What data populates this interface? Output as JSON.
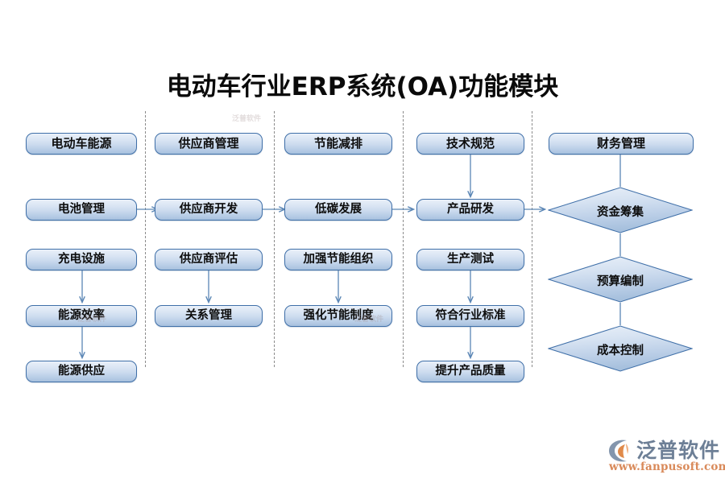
{
  "title": "电动车行业ERP系统(OA)功能模块",
  "colors": {
    "node_border": "#3f6fa8",
    "node_fill_top": "#e9f0f9",
    "node_fill_bottom": "#a6c0dd",
    "connector": "#5b86b5",
    "separator": "#8c8c8c",
    "title_text": "#0a0a0a",
    "logo_text": "#6d7f96",
    "logo_url": "#d98a5a",
    "logo_accent": "#e08a4a"
  },
  "columns": [
    {
      "id": "col-ev-energy",
      "header": "电动车能源",
      "nodes": [
        "电池管理",
        "充电设施",
        "能源效率",
        "能源供应"
      ]
    },
    {
      "id": "col-supplier",
      "header": "供应商管理",
      "nodes": [
        "供应商开发",
        "供应商评估",
        "关系管理"
      ]
    },
    {
      "id": "col-energy-saving",
      "header": "节能减排",
      "nodes": [
        "低碳发展",
        "加强节能组织",
        "强化节能制度"
      ]
    },
    {
      "id": "col-tech-spec",
      "header": "技术规范",
      "nodes": [
        "产品研发",
        "生产测试",
        "符合行业标准",
        "提升产品质量"
      ]
    },
    {
      "id": "col-finance",
      "header": "财务管理",
      "diamonds": [
        "资金筹集",
        "预算编制",
        "成本控制"
      ]
    }
  ],
  "flow": {
    "row2_chain": [
      "电池管理",
      "供应商开发",
      "低碳发展",
      "产品研发",
      "资金筹集"
    ],
    "vertical_links": [
      "技术规范 → 产品研发",
      "充电设施 → 能源效率",
      "能源效率 → 能源供应",
      "供应商评估 → 关系管理",
      "加强节能组织 → 强化节能制度",
      "生产测试 → 符合行业标准",
      "符合行业标准 → 提升产品质量",
      "财务管理 → 资金筹集",
      "资金筹集 → 预算编制",
      "预算编制 → 成本控制"
    ]
  },
  "logo": {
    "name": "泛普软件",
    "url": "www.fanpusoft.com"
  },
  "watermarks": [
    "泛普软件",
    "泛普软件",
    "泛普软件"
  ]
}
